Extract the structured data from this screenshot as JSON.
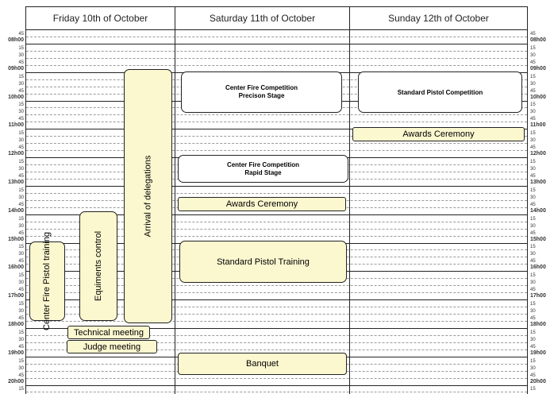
{
  "days": [
    {
      "label": "Friday 10th of October"
    },
    {
      "label": "Saturday 11th of October"
    },
    {
      "label": "Sunday 12th of October"
    }
  ],
  "time_labels": {
    "quarters": [
      "15",
      "30",
      "45"
    ],
    "hours": [
      "08h00",
      "09h00",
      "10h00",
      "11h00",
      "12h00",
      "13h00",
      "14h00",
      "15h00",
      "16h00",
      "17h00",
      "18h00",
      "19h00",
      "20h00"
    ]
  },
  "events": {
    "fri_center_fire_training": "Center Fire Pistol training",
    "fri_equipment_control": "Equiments control",
    "fri_arrival": "Arrival of delegations",
    "fri_technical_meeting": "Technical meeting",
    "fri_judge_meeting": "Judge meeting",
    "sat_cf_precision_line1": "Center Fire Competition",
    "sat_cf_precision_line2": "Precison Stage",
    "sat_cf_rapid_line1": "Center Fire Competition",
    "sat_cf_rapid_line2": "Rapid Stage",
    "sat_awards": "Awards Ceremony",
    "sat_training": "Standard Pistol Training",
    "sat_banquet": "Banquet",
    "sun_competition": "Standard Pistol Competition",
    "sun_awards": "Awards Ceremony"
  },
  "colors": {
    "event_fill": "#fbf7cf",
    "border": "#222222",
    "grid": "#9a9a9a"
  }
}
